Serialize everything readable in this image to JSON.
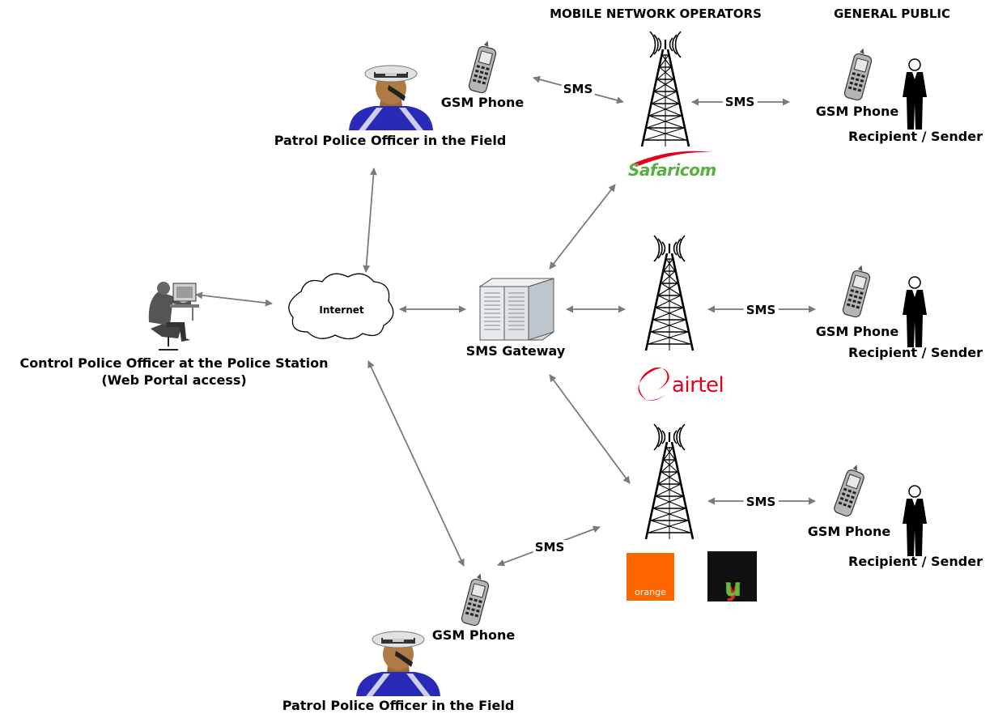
{
  "headers": {
    "mno": "MOBILE NETWORK OPERATORS",
    "public": "GENERAL PUBLIC"
  },
  "nodes": {
    "patrol_top": "Patrol Police Officer in the Field",
    "patrol_bottom": "Patrol Police Officer in the Field",
    "control_line1": "Control Police Officer at the Police Station",
    "control_line2": "(Web Portal access)",
    "internet": "Internet",
    "gateway": "SMS Gateway",
    "gsm_patrol_top": "GSM Phone",
    "gsm_patrol_bottom": "GSM Phone",
    "gsm_public_1": "GSM Phone",
    "gsm_public_2": "GSM Phone",
    "gsm_public_3": "GSM Phone",
    "recipient_1": "Recipient / Sender",
    "recipient_2": "Recipient / Sender",
    "recipient_3": "Recipient / Sender"
  },
  "links": {
    "sms_patrol_top": "SMS",
    "sms_public_1": "SMS",
    "sms_public_2": "SMS",
    "sms_public_3": "SMS",
    "sms_patrol_bottom": "SMS"
  },
  "operators": {
    "safaricom": "Safaricom",
    "airtel": "airtel",
    "orange": "orange",
    "yu_y": "y",
    "yu_u": "u"
  },
  "colors": {
    "arrow": "#7a7a7a",
    "safaricom_green": "#55b040",
    "safaricom_red": "#e4001b",
    "airtel_red": "#e4001b",
    "orange_brand": "#ff6600",
    "officer_uniform": "#2a2ab8"
  },
  "icons": [
    "cell-tower-icon",
    "gsm-phone-icon",
    "person-icon",
    "police-officer-icon",
    "computer-operator-icon",
    "cloud-icon",
    "server-icon"
  ]
}
